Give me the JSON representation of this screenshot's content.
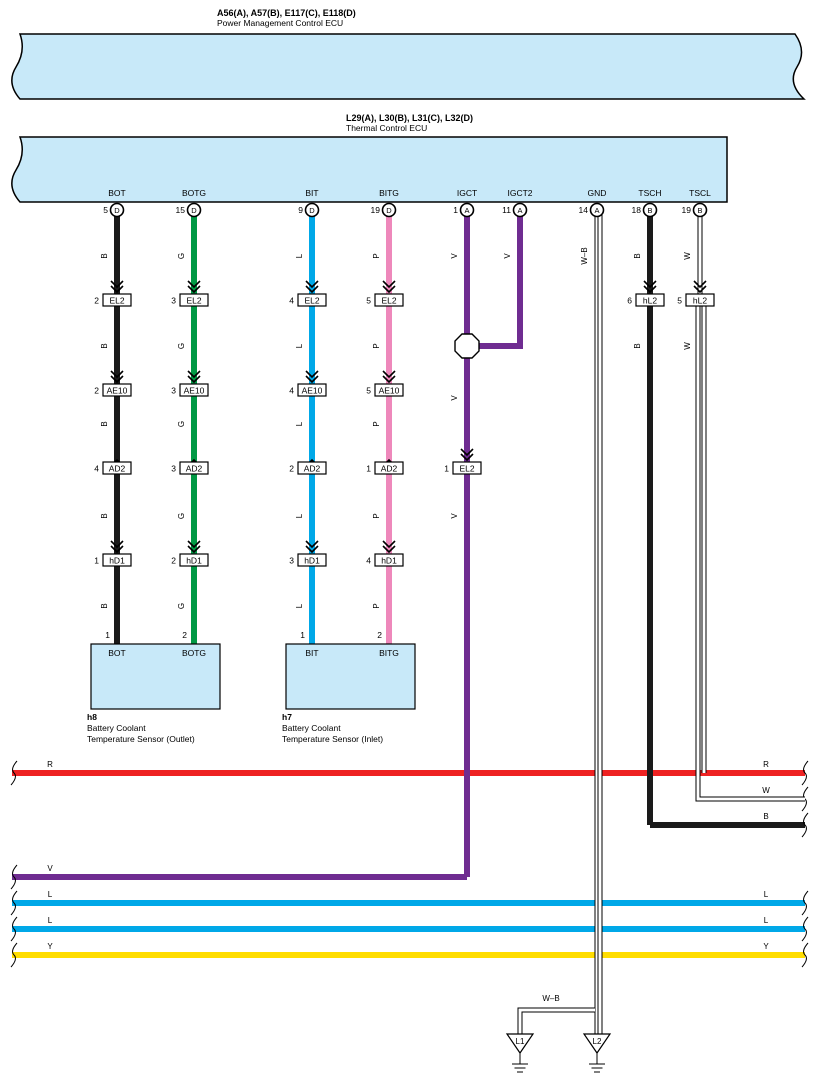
{
  "ecu_top": {
    "code": "A56(A), A57(B), E117(C), E118(D)",
    "name": "Power Management Control ECU"
  },
  "ecu_main": {
    "code": "L29(A), L30(B), L31(C), L32(D)",
    "name": "Thermal Control ECU"
  },
  "colors": {
    "B": "#1a1a1a",
    "G": "#009944",
    "L": "#00a8e8",
    "P": "#ee88bb",
    "V": "#6f2c91",
    "R": "#ee2222",
    "Y": "#ffdd00",
    "W": "#ffffff",
    "box_fill": "#c8e9f9"
  },
  "pins": [
    {
      "name": "BOT",
      "num": "5",
      "conn": "D",
      "wire": "B"
    },
    {
      "name": "BOTG",
      "num": "15",
      "conn": "D",
      "wire": "G"
    },
    {
      "name": "BIT",
      "num": "9",
      "conn": "D",
      "wire": "L"
    },
    {
      "name": "BITG",
      "num": "19",
      "conn": "D",
      "wire": "P"
    },
    {
      "name": "IGCT",
      "num": "1",
      "conn": "A",
      "wire": "V"
    },
    {
      "name": "IGCT2",
      "num": "11",
      "conn": "A",
      "wire": "V"
    },
    {
      "name": "GND",
      "num": "14",
      "conn": "A",
      "wire": "W–B"
    },
    {
      "name": "TSCH",
      "num": "18",
      "conn": "B",
      "wire": "B"
    },
    {
      "name": "TSCL",
      "num": "19",
      "conn": "B",
      "wire": "W"
    }
  ],
  "columns": [
    {
      "connectors": [
        {
          "pin": "2",
          "name": "EL2"
        },
        {
          "pin": "2",
          "name": "AE10"
        },
        {
          "pin": "4",
          "name": "AD2"
        },
        {
          "pin": "1",
          "name": "hD1"
        }
      ],
      "wire_labels": [
        "B",
        "B",
        "B",
        "B",
        "B"
      ],
      "sensor_pin": "1"
    },
    {
      "connectors": [
        {
          "pin": "3",
          "name": "EL2"
        },
        {
          "pin": "3",
          "name": "AE10"
        },
        {
          "pin": "3",
          "name": "AD2"
        },
        {
          "pin": "2",
          "name": "hD1"
        }
      ],
      "wire_labels": [
        "G",
        "G",
        "G",
        "G",
        "G"
      ],
      "sensor_pin": "2"
    },
    {
      "connectors": [
        {
          "pin": "4",
          "name": "EL2"
        },
        {
          "pin": "4",
          "name": "AE10"
        },
        {
          "pin": "2",
          "name": "AD2"
        },
        {
          "pin": "3",
          "name": "hD1"
        }
      ],
      "wire_labels": [
        "L",
        "L",
        "L",
        "L",
        "L"
      ],
      "sensor_pin": "1"
    },
    {
      "connectors": [
        {
          "pin": "5",
          "name": "EL2"
        },
        {
          "pin": "5",
          "name": "AE10"
        },
        {
          "pin": "1",
          "name": "AD2"
        },
        {
          "pin": "4",
          "name": "hD1"
        }
      ],
      "wire_labels": [
        "P",
        "P",
        "P",
        "P",
        "P"
      ],
      "sensor_pin": "2"
    }
  ],
  "igct": {
    "connector": {
      "pin": "1",
      "name": "EL2"
    },
    "wire_labels": [
      "V",
      "V",
      "V"
    ]
  },
  "tsch": {
    "connector": {
      "pin": "6",
      "name": "hL2"
    },
    "wire_label": "B"
  },
  "tscl": {
    "connector": {
      "pin": "5",
      "name": "hL2"
    },
    "wire_label": "W"
  },
  "sensors": [
    {
      "id": "h8",
      "line1": "Battery Coolant",
      "line2": "Temperature Sensor (Outlet)",
      "pins": [
        "BOT",
        "BOTG"
      ]
    },
    {
      "id": "h7",
      "line1": "Battery Coolant",
      "line2": "Temperature Sensor (Inlet)",
      "pins": [
        "BIT",
        "BITG"
      ]
    }
  ],
  "buses": [
    {
      "color": "R",
      "left_label": "R",
      "right_label": "R"
    },
    {
      "color": "W",
      "left_label": "",
      "right_label": "W"
    },
    {
      "color": "B",
      "left_label": "",
      "right_label": "B"
    },
    {
      "color": "V",
      "left_label": "V",
      "right_label": ""
    },
    {
      "color": "L",
      "left_label": "L",
      "right_label": "L"
    },
    {
      "color": "L",
      "left_label": "L",
      "right_label": "L"
    },
    {
      "color": "Y",
      "left_label": "Y",
      "right_label": "Y"
    }
  ],
  "grounds": [
    {
      "name": "L1"
    },
    {
      "name": "L2"
    }
  ],
  "ground_wire_label": "W–B"
}
